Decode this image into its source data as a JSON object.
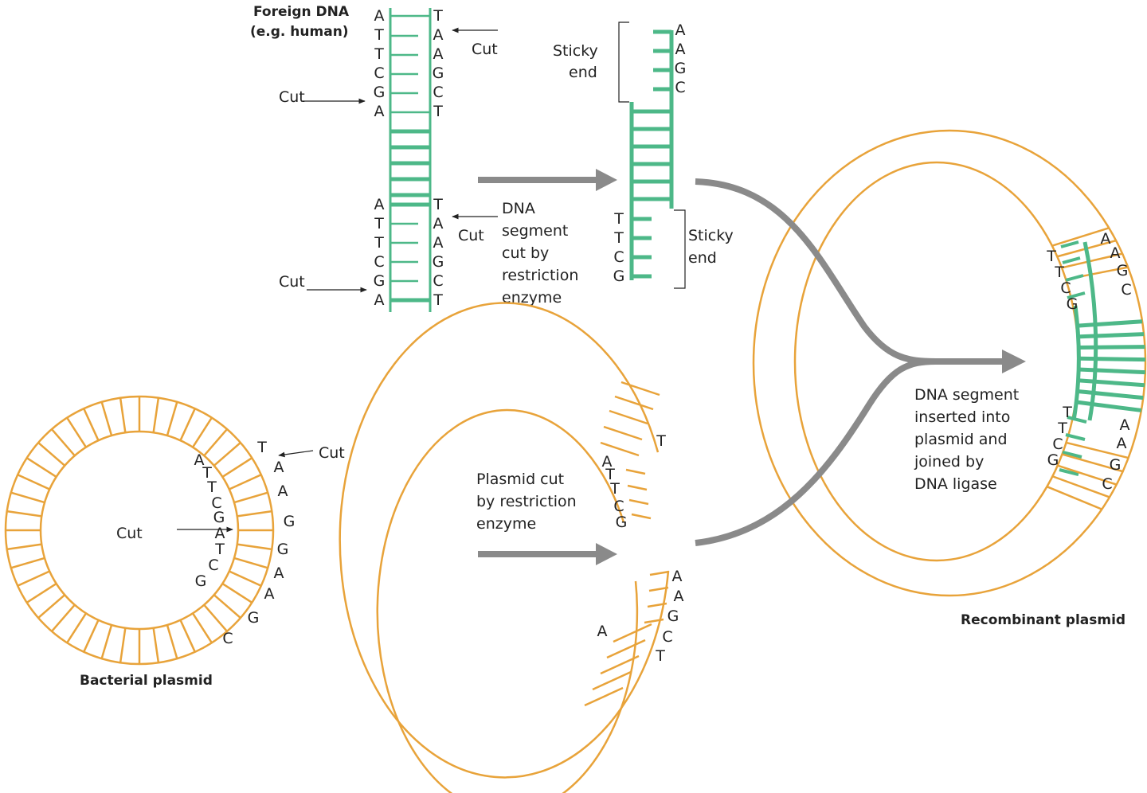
{
  "labels": {
    "foreign_dna_1": "Foreign DNA",
    "foreign_dna_2": "(e.g. human)",
    "cut": "Cut",
    "sticky_1": "Sticky",
    "sticky_2": "end",
    "dna_seg_cut": [
      "DNA",
      "segment",
      "cut by",
      "restriction",
      "enzyme"
    ],
    "plasmid_cut": [
      "Plasmid cut",
      "by restriction",
      "enzyme"
    ],
    "dna_inserted": [
      "DNA segment",
      "inserted into",
      "plasmid and",
      "joined by",
      "DNA ligase"
    ],
    "bacterial_plasmid": "Bacterial plasmid",
    "recombinant_plasmid": "Recombinant plasmid"
  },
  "sequences": {
    "foreign_left_top": [
      "A",
      "T",
      "T",
      "C",
      "G",
      "A"
    ],
    "foreign_right_top": [
      "T",
      "A",
      "A",
      "G",
      "C",
      "T"
    ],
    "foreign_left_bottom": [
      "A",
      "T",
      "T",
      "C",
      "G",
      "A"
    ],
    "foreign_right_bottom": [
      "T",
      "A",
      "A",
      "G",
      "C",
      "T"
    ],
    "sticky_top": [
      "A",
      "A",
      "G",
      "C"
    ],
    "sticky_bottom": [
      "T",
      "T",
      "C",
      "G"
    ],
    "bacterial_inner": [
      "A",
      "T",
      "T",
      "C",
      "G",
      "A",
      "T",
      "C",
      "G"
    ],
    "bacterial_outer": [
      "T",
      "A",
      "A",
      "G",
      "G",
      "A",
      "A",
      "G",
      "C"
    ],
    "open_upper_outer": "T",
    "open_upper_inner": [
      "A",
      "T",
      "T",
      "C",
      "G"
    ],
    "open_lower_outer": [
      "A",
      "A",
      "G",
      "C",
      "T"
    ],
    "open_lower_inner": "A",
    "recomb_top_outer": [
      "A",
      "A",
      "G",
      "C"
    ],
    "recomb_top_inner": [
      "T",
      "T",
      "C",
      "G"
    ],
    "recomb_bottom_inner": [
      "T",
      "T",
      "C",
      "G"
    ],
    "recomb_bottom_outer": [
      "A",
      "A",
      "G",
      "C"
    ]
  },
  "colors": {
    "plasmid": "#E8A33A",
    "dna": "#4DB888",
    "arrow": "#8a8a8a"
  }
}
